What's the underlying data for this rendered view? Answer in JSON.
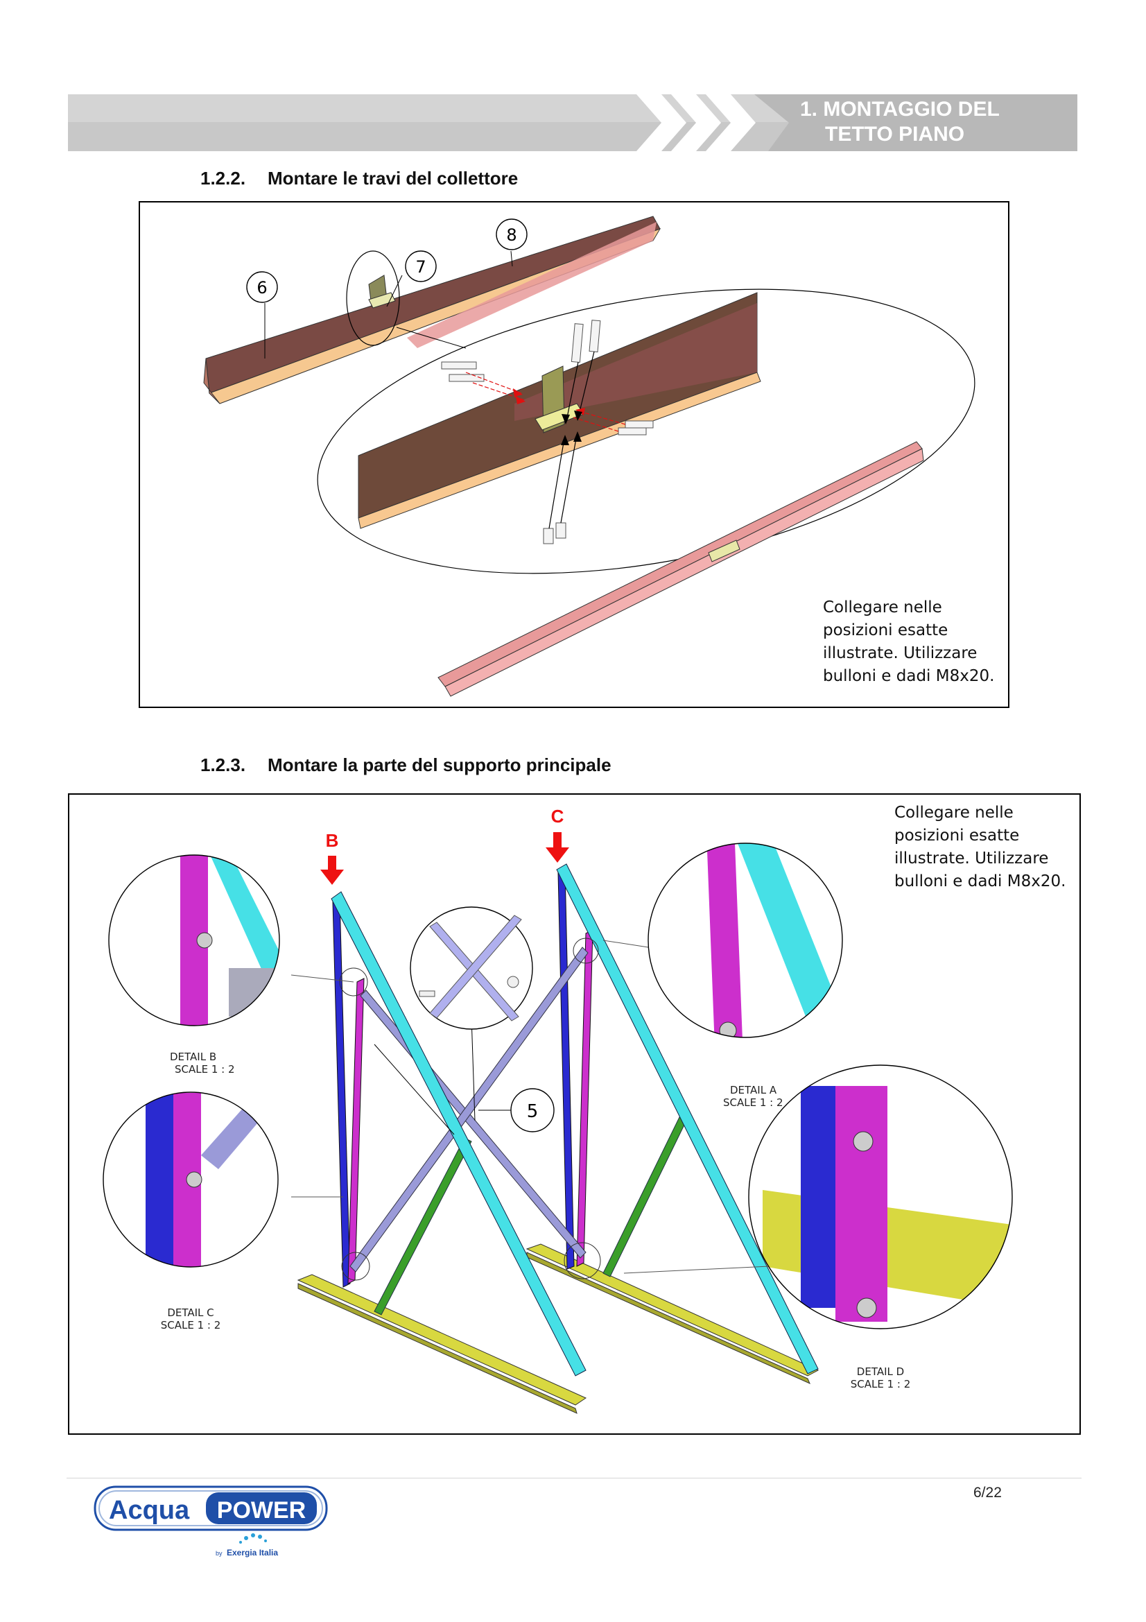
{
  "header": {
    "section_line1": "1.  MONTAGGIO DEL",
    "section_line2": "TETTO PIANO"
  },
  "section_122": {
    "number": "1.2.2.",
    "title": "Montare le travi del collettore",
    "callouts": [
      "6",
      "7",
      "8"
    ],
    "note_lines": [
      "Collegare nelle",
      "posizioni esatte",
      "illustrate. Utilizzare",
      "bulloni e dadi M8x20."
    ]
  },
  "section_123": {
    "number": "1.2.3.",
    "title": "Montare la parte del supporto principale",
    "markers": {
      "b": "B",
      "c": "C"
    },
    "callout": "5",
    "details": {
      "b": {
        "name": "DETAIL B",
        "scale": "SCALE 1 : 2"
      },
      "a": {
        "name": "DETAIL A",
        "scale": "SCALE 1 : 2"
      },
      "c": {
        "name": "DETAIL C",
        "scale": "SCALE 1 : 2"
      },
      "d": {
        "name": "DETAIL D",
        "scale": "SCALE 1 : 2"
      }
    },
    "note_lines": [
      "Collegare nelle",
      "posizioni esatte",
      "illustrate. Utilizzare",
      "bulloni e dadi M8x20."
    ]
  },
  "footer": {
    "logo_word1": "Acqua",
    "logo_word2": "POWER",
    "logo_by": "by",
    "logo_brand": "Exergia Italia",
    "page": "6/22"
  },
  "colors": {
    "banner_grey": "#c5c5c5",
    "marker_red": "#ee1111",
    "beam_brown": "#7a4a44",
    "beam_pink": "#e89a9a",
    "beam_tan": "#f6c890",
    "cyan": "#46e0e6",
    "magenta": "#cc2fcc",
    "blue": "#2a2ad0",
    "green": "#3a9e2a",
    "yellow": "#d8d840",
    "lavender": "#9a9ad8",
    "logo_blue": "#1f4fa8"
  }
}
